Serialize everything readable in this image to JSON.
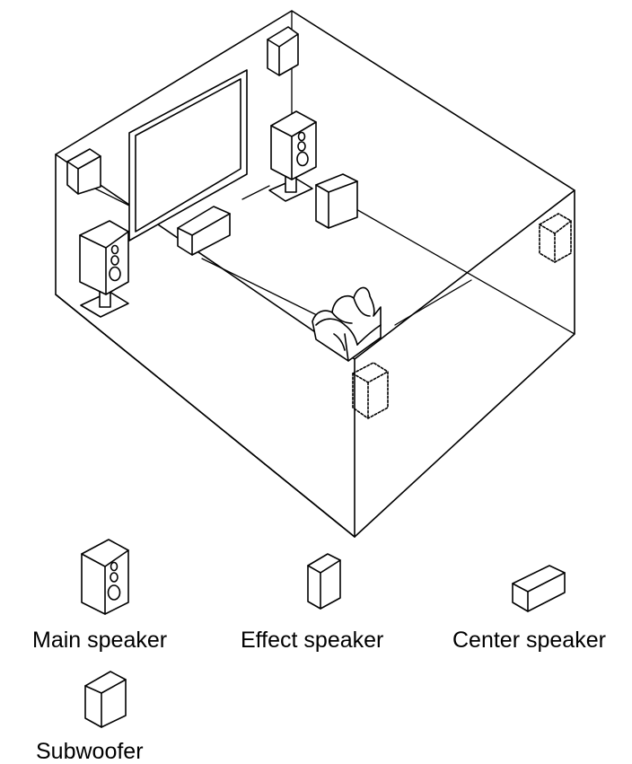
{
  "legend": {
    "main_speaker": "Main speaker",
    "effect_speaker": "Effect speaker",
    "center_speaker": "Center speaker",
    "subwoofer": "Subwoofer"
  },
  "colors": {
    "stroke": "#000000",
    "fill": "#ffffff"
  }
}
